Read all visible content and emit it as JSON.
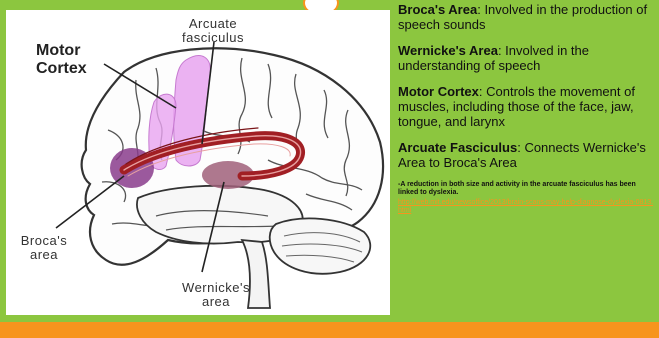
{
  "labels": {
    "motor_cortex": "Motor\nCortex",
    "arcuate": "Arcuate\nfasciculus",
    "broca": "Broca's\narea",
    "wernicke": "Wernicke's\narea"
  },
  "definitions": [
    {
      "term": "Broca's Area",
      "text": ": Involved in the production of speech sounds"
    },
    {
      "term": "Wernicke's Area",
      "text": ": Involved in the understanding of speech"
    },
    {
      "term": "Motor Cortex",
      "text": ": Controls the movement of muscles, including those of the face, jaw, tongue, and larynx"
    },
    {
      "term": "Arcuate Fasciculus",
      "text": ": Connects Wernicke's Area to Broca's Area"
    }
  ],
  "note": "-A reduction in both size and activity in the arcuate fasciculus has been linked to dyslexia.",
  "link": "http://web.mit.edu/newsoffice/2013/brain-scans-may-help-diagnose-dyslexia-0813.html",
  "colors": {
    "frame": "#8cc63f",
    "bottom_bar": "#f7941d",
    "motor_cortex_region": "#e8a4f0",
    "broca_region": "#8a3c8c",
    "wernicke_region": "#a0607a",
    "fasciculus": "#a11f24",
    "link": "#f7941d"
  }
}
